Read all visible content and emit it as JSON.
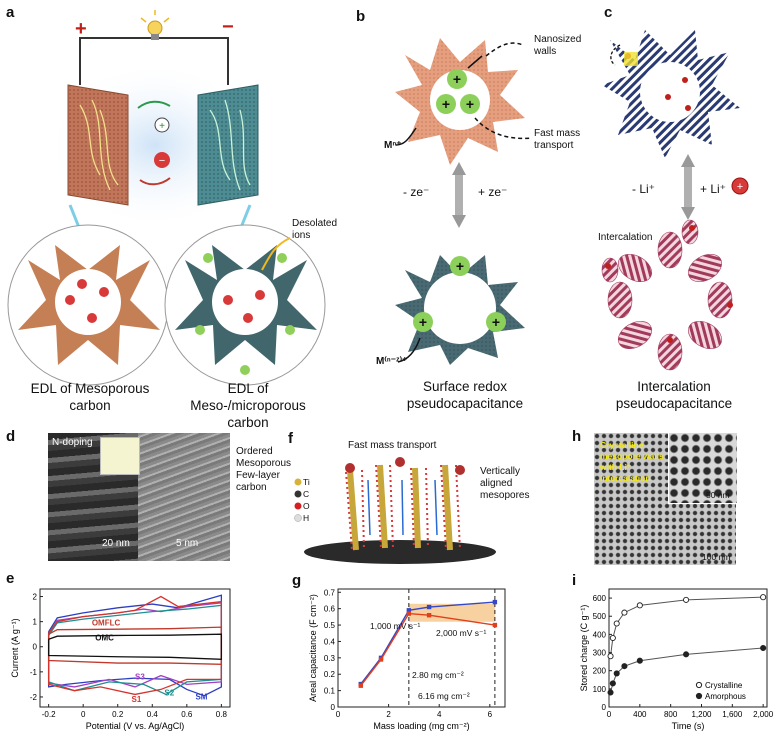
{
  "panels": {
    "a": {
      "label": "a",
      "plus_sign": "+",
      "minus_sign": "−",
      "callout": "Desolated ions",
      "caption_left": "EDL of Mesoporous carbon",
      "caption_right": "EDL of Meso-/microporous carbon"
    },
    "b": {
      "label": "b",
      "callout_walls": "Nanosized walls",
      "callout_transport": "Fast mass transport",
      "ion_top": "Mⁿ⁺",
      "ion_bottom": "M⁽ⁿ⁻ᶻ⁾⁺",
      "arrow_left": "- ze⁻",
      "arrow_right": "+ ze⁻",
      "caption": "Surface redox pseudocapacitance"
    },
    "c": {
      "label": "c",
      "arrow_left": "- Li⁺",
      "arrow_right": "+ Li⁺",
      "callout": "Intercalation",
      "caption": "Intercalation pseudocapacitance"
    },
    "d": {
      "label": "d",
      "tag": "N-doping",
      "callout": "Ordered Mesoporous Few-layer carbon",
      "scale_left": "20 nm",
      "scale_right": "5 nm"
    },
    "e": {
      "label": "e"
    },
    "f": {
      "label": "f",
      "title": "Fast mass transport",
      "callout": "Vertically aligned mesopores",
      "legend": [
        {
          "symbol": "Ti",
          "color": "#d6b23a"
        },
        {
          "symbol": "C",
          "color": "#333333"
        },
        {
          "symbol": "O",
          "color": "#d42020"
        },
        {
          "symbol": "H",
          "color": "#dddddd"
        }
      ]
    },
    "g": {
      "label": "g",
      "ann_1000": "1,000 mV s⁻¹",
      "ann_2000": "2,000 mV s⁻¹",
      "ann_280": "2.80 mg cm⁻²",
      "ann_616": "6.16 mg cm⁻²"
    },
    "h": {
      "label": "h",
      "overlay": "Crystalline mesopore walls with Li⁺ intercalation",
      "scale_inset": "50 nm",
      "scale_main": "100 nm"
    },
    "i": {
      "label": "i"
    }
  },
  "chart_data": [
    {
      "id": "e",
      "type": "line",
      "xlabel": "Potential (V vs. Ag/AgCl)",
      "ylabel": "Current (A g⁻¹)",
      "xlim": [
        -0.25,
        0.85
      ],
      "ylim": [
        -2.4,
        2.3
      ],
      "xticks": [
        -0.2,
        0.0,
        0.2,
        0.4,
        0.6,
        0.8
      ],
      "yticks": [
        -2,
        -1,
        0,
        1,
        2
      ],
      "series": [
        {
          "name": "OMFLC",
          "color": "#c0392b"
        },
        {
          "name": "OMC",
          "color": "#111111"
        },
        {
          "name": "S1",
          "color": "#d4342c"
        },
        {
          "name": "S2",
          "color": "#1f8f8f"
        },
        {
          "name": "S3",
          "color": "#a340c0"
        },
        {
          "name": "SM",
          "color": "#2c3fc0"
        }
      ],
      "loops": [
        {
          "color": "#2c3fc0",
          "top": [
            [
              -0.2,
              0.6
            ],
            [
              -0.15,
              1.15
            ],
            [
              0.0,
              1.35
            ],
            [
              0.2,
              1.55
            ],
            [
              0.4,
              1.7
            ],
            [
              0.55,
              1.55
            ],
            [
              0.7,
              1.85
            ],
            [
              0.8,
              2.05
            ]
          ],
          "bottom": [
            [
              0.8,
              -1.6
            ],
            [
              0.7,
              -1.95
            ],
            [
              0.6,
              -1.7
            ],
            [
              0.5,
              -1.3
            ],
            [
              0.3,
              -1.25
            ],
            [
              0.1,
              -1.35
            ],
            [
              -0.1,
              -1.5
            ],
            [
              -0.2,
              -1.6
            ]
          ]
        },
        {
          "color": "#a340c0",
          "top": [
            [
              -0.2,
              0.5
            ],
            [
              -0.15,
              1.05
            ],
            [
              0.0,
              1.2
            ],
            [
              0.2,
              1.35
            ],
            [
              0.35,
              1.5
            ],
            [
              0.45,
              1.4
            ],
            [
              0.6,
              1.6
            ],
            [
              0.8,
              1.75
            ]
          ],
          "bottom": [
            [
              0.8,
              -1.4
            ],
            [
              0.6,
              -1.5
            ],
            [
              0.45,
              -1.15
            ],
            [
              0.3,
              -1.6
            ],
            [
              0.15,
              -1.3
            ],
            [
              -0.05,
              -1.6
            ],
            [
              -0.2,
              -1.45
            ]
          ]
        },
        {
          "color": "#1f8f8f",
          "top": [
            [
              -0.2,
              0.45
            ],
            [
              -0.15,
              0.95
            ],
            [
              0.0,
              1.1
            ],
            [
              0.2,
              1.25
            ],
            [
              0.4,
              1.4
            ],
            [
              0.6,
              1.5
            ],
            [
              0.8,
              1.65
            ]
          ],
          "bottom": [
            [
              0.8,
              -1.3
            ],
            [
              0.6,
              -1.4
            ],
            [
              0.48,
              -1.9
            ],
            [
              0.35,
              -1.5
            ],
            [
              0.15,
              -1.4
            ],
            [
              -0.05,
              -1.75
            ],
            [
              -0.2,
              -1.4
            ]
          ]
        },
        {
          "color": "#d4342c",
          "top": [
            [
              -0.2,
              0.55
            ],
            [
              -0.15,
              1.0
            ],
            [
              0.0,
              1.2
            ],
            [
              0.2,
              1.35
            ],
            [
              0.3,
              1.45
            ],
            [
              0.45,
              2.0
            ],
            [
              0.55,
              1.6
            ],
            [
              0.8,
              1.8
            ]
          ],
          "bottom": [
            [
              0.8,
              -1.3
            ],
            [
              0.6,
              -1.3
            ],
            [
              0.45,
              -1.7
            ],
            [
              0.3,
              -1.9
            ],
            [
              0.1,
              -1.6
            ],
            [
              -0.05,
              -1.75
            ],
            [
              -0.2,
              -1.5
            ]
          ]
        },
        {
          "color": "#c0392b",
          "top": [
            [
              -0.2,
              0.5
            ],
            [
              -0.15,
              0.68
            ],
            [
              0.2,
              0.7
            ],
            [
              0.5,
              0.72
            ],
            [
              0.8,
              0.78
            ]
          ],
          "bottom": [
            [
              0.8,
              -0.7
            ],
            [
              0.5,
              -0.65
            ],
            [
              0.2,
              -0.65
            ],
            [
              -0.2,
              -0.55
            ]
          ]
        },
        {
          "color": "#111111",
          "top": [
            [
              -0.2,
              0.3
            ],
            [
              -0.15,
              0.42
            ],
            [
              0.2,
              0.45
            ],
            [
              0.5,
              0.46
            ],
            [
              0.8,
              0.5
            ]
          ],
          "bottom": [
            [
              0.8,
              -0.5
            ],
            [
              0.5,
              -0.42
            ],
            [
              0.2,
              -0.4
            ],
            [
              -0.2,
              -0.35
            ]
          ]
        }
      ]
    },
    {
      "id": "g",
      "type": "line",
      "xlabel": "Mass loading (mg cm⁻²)",
      "ylabel": "Areal capacitance (F cm⁻²)",
      "xlim": [
        0,
        6.6
      ],
      "ylim": [
        0,
        0.72
      ],
      "xticks": [
        0,
        2,
        4,
        6
      ],
      "yticks": [
        0.0,
        0.1,
        0.2,
        0.3,
        0.4,
        0.5,
        0.6,
        0.7
      ],
      "series": [
        {
          "name": "1,000 mV s⁻¹",
          "color": "#3548c8",
          "x": [
            0.9,
            1.7,
            2.8,
            3.6,
            6.2
          ],
          "y": [
            0.14,
            0.3,
            0.59,
            0.61,
            0.64
          ]
        },
        {
          "name": "2,000 mV s⁻¹",
          "color": "#e0401c",
          "x": [
            0.9,
            1.7,
            2.8,
            3.6,
            6.2
          ],
          "y": [
            0.13,
            0.29,
            0.57,
            0.56,
            0.5
          ]
        }
      ],
      "vlines": [
        2.8,
        6.2
      ],
      "shade": {
        "x": [
          2.8,
          6.2
        ],
        "y": [
          0.52,
          0.63
        ],
        "color": "#f6c58a"
      }
    },
    {
      "id": "i",
      "type": "line",
      "xlabel": "Time (s)",
      "ylabel": "Stored charge (C g⁻¹)",
      "xlim": [
        0,
        2050
      ],
      "ylim": [
        0,
        650
      ],
      "xticks": [
        0,
        400,
        800,
        1200,
        1600,
        2000
      ],
      "xticklabels": [
        "0",
        "400",
        "800",
        "1,200",
        "1,600",
        "2,000"
      ],
      "yticks": [
        0,
        100,
        200,
        300,
        400,
        500,
        600
      ],
      "series": [
        {
          "name": "Crystalline",
          "marker": "open",
          "x": [
            20,
            50,
            100,
            200,
            400,
            1000,
            2000
          ],
          "y": [
            280,
            380,
            460,
            520,
            560,
            590,
            605
          ]
        },
        {
          "name": "Amorphous",
          "marker": "filled",
          "x": [
            20,
            50,
            100,
            200,
            400,
            1000,
            2000
          ],
          "y": [
            80,
            130,
            185,
            225,
            255,
            290,
            325
          ]
        }
      ]
    }
  ]
}
